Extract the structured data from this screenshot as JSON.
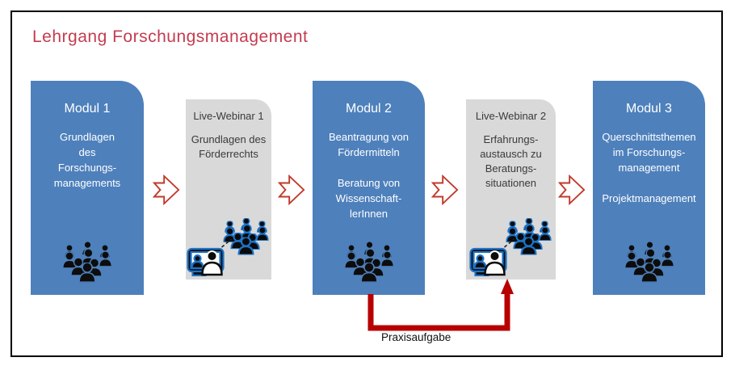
{
  "title": "Lehrgang Forschungsmanagement",
  "modules": [
    {
      "title": "Modul 1",
      "body": "Grundlagen\ndes\nForschungs-\nmanagements"
    },
    {
      "title": "Modul 2",
      "body": "Beantragung von\nFördermitteln\n\nBeratung von\nWissenschaft-\nlerInnen"
    },
    {
      "title": "Modul 3",
      "body": "Querschnittsthemen\nim Forschungs-\nmanagement\n\nProjektmanagement"
    }
  ],
  "webinars": [
    {
      "title": "Live-Webinar 1",
      "body": "Grundlagen des\nFörderrechts"
    },
    {
      "title": "Live-Webinar 2",
      "body": "Erfahrungs-\naustausch zu\nBeratungs-\nsituationen"
    }
  ],
  "connector": {
    "label": "Praxisaufgabe"
  },
  "icons": {
    "module_icon": "crowd-icon",
    "webinar_icon": "webinar-monitor-with-crowd-icon",
    "flow_arrow": "right-block-arrow-icon",
    "connector_arrow": "elbow-up-arrow-icon"
  },
  "colors": {
    "module_blue": "#4E80BC",
    "webinar_gray": "#D9D9D9",
    "title_red": "#C33C50",
    "flow_arrow_red": "#C0392B",
    "connector_red": "#B80000",
    "crowd_blue_outline": "#1E73C8",
    "text_white": "#FFFFFF",
    "text_dark": "#3A3A3A"
  }
}
